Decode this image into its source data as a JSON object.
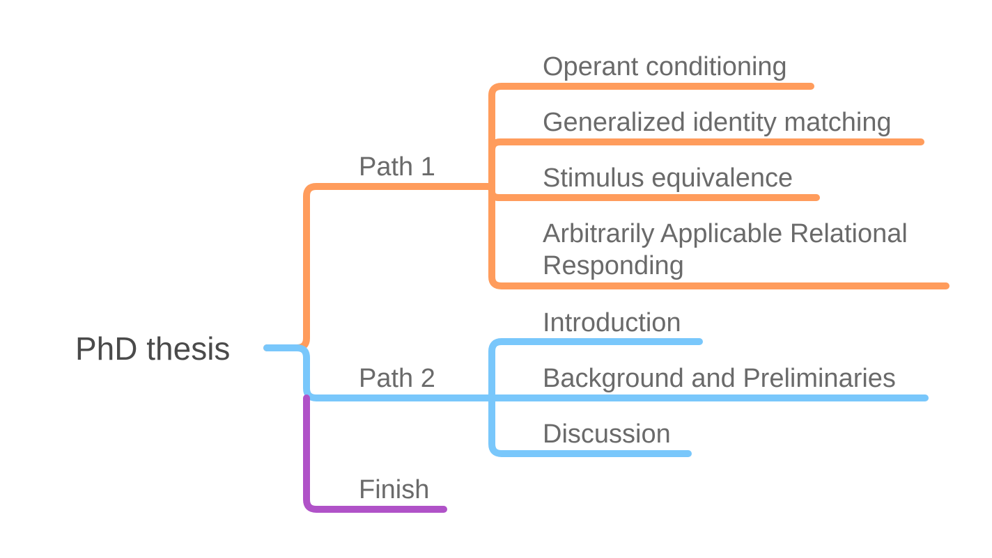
{
  "colors": {
    "path1": "#ff9c5c",
    "path2": "#79c7fb",
    "finish": "#b052c8",
    "text": "#6a6a6a",
    "root_text": "#4a4a4a",
    "background": "#ffffff"
  },
  "root": {
    "label": "PhD thesis"
  },
  "branches": [
    {
      "label": "Path 1",
      "color": "#ff9c5c",
      "children": [
        {
          "label": "Operant conditioning"
        },
        {
          "label": "Generalized identity matching"
        },
        {
          "label": "Stimulus equivalence"
        },
        {
          "label": "Arbitrarily Applicable Relational Responding"
        }
      ]
    },
    {
      "label": "Path 2",
      "color": "#79c7fb",
      "children": [
        {
          "label": "Introduction"
        },
        {
          "label": "Background and Preliminaries"
        },
        {
          "label": "Discussion"
        }
      ]
    },
    {
      "label": "Finish",
      "color": "#b052c8",
      "children": []
    }
  ]
}
